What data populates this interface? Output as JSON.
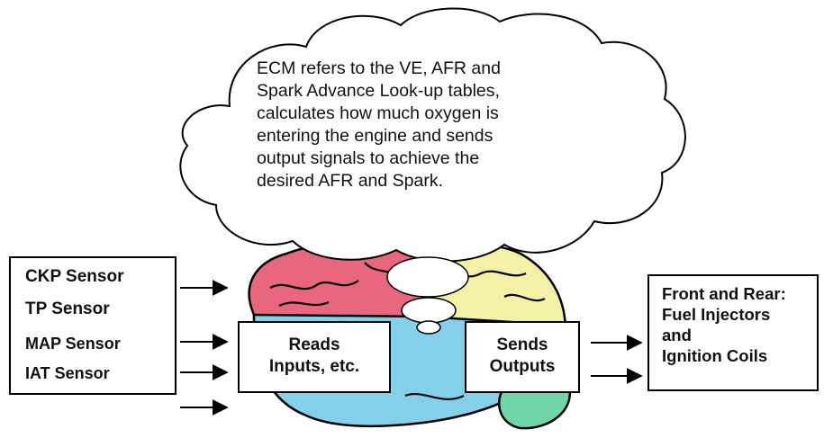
{
  "cloud": {
    "text": "ECM refers to the VE, AFR and\nSpark Advance Look-up tables,\ncalculates how much oxygen is\nentering the engine and sends\noutput signals to achieve the\ndesired AFR and Spark."
  },
  "inputs": {
    "items": [
      "CKP Sensor",
      "TP Sensor",
      "MAP Sensor",
      "IAT Sensor"
    ]
  },
  "reads_box": {
    "text": "Reads\nInputs, etc."
  },
  "sends_box": {
    "text": "Sends\nOutputs"
  },
  "outputs_box": {
    "text": "Front and Rear:\nFuel Injectors\nand\nIgnition Coils"
  },
  "colors": {
    "brain_red": "#e8677f",
    "brain_yellow": "#f4f0a6",
    "brain_blue": "#84d0ea",
    "brain_green": "#6fd6a9",
    "outline": "#000000"
  }
}
